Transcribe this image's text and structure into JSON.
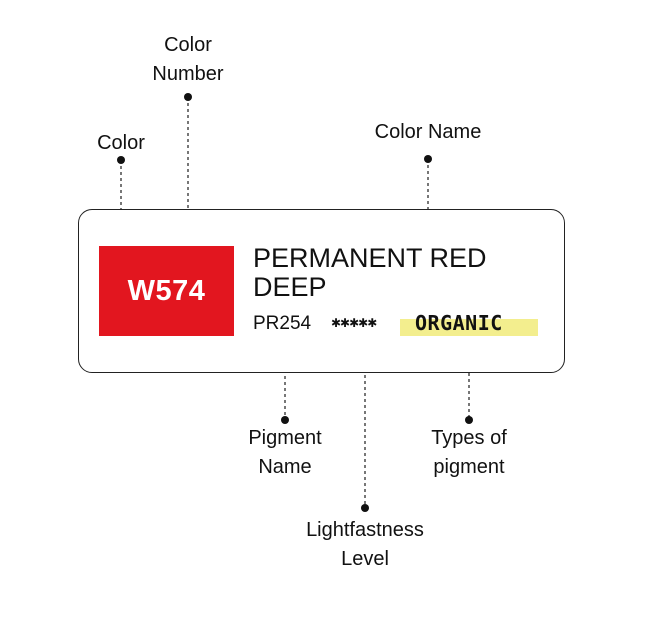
{
  "label": {
    "color_number": "W574",
    "color_name": "PERMANENT RED DEEP",
    "pigment_name": "PR254",
    "lightfastness_stars": "✱✱✱✱✱",
    "pigment_type": "ORGANIC",
    "swatch_color": "#e2161f",
    "highlight_color": "#f3ee8e"
  },
  "callouts": {
    "color": "Color",
    "color_number_line1": "Color",
    "color_number_line2": "Number",
    "color_name": "Color Name",
    "pigment_name_line1": "Pigment",
    "pigment_name_line2": "Name",
    "types_of_pigment_line1": "Types of",
    "types_of_pigment_line2": "pigment",
    "lightfastness_line1": "Lightfastness",
    "lightfastness_line2": "Level"
  }
}
